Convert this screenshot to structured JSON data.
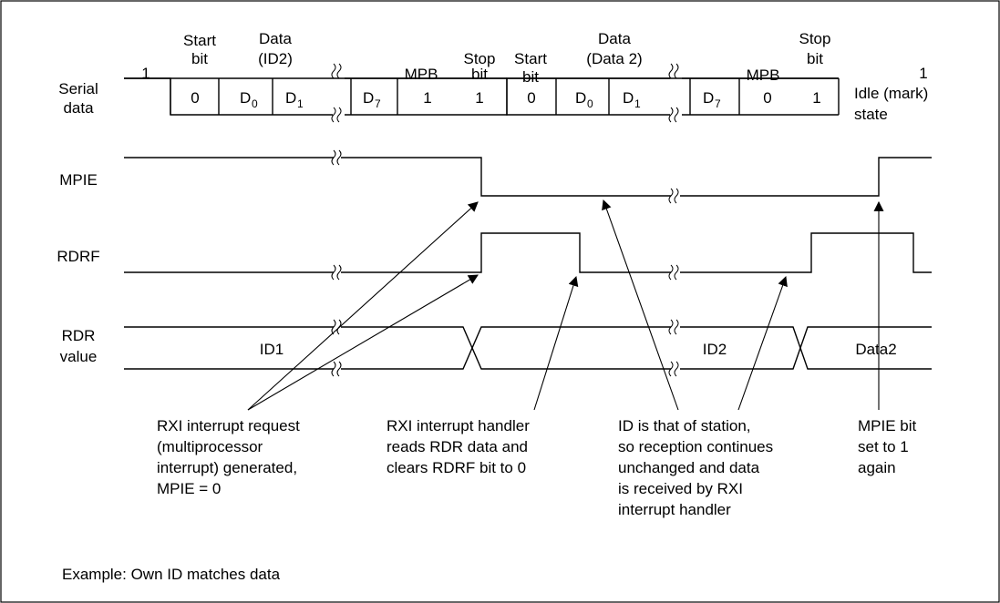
{
  "serial": {
    "label": [
      "Serial",
      "data"
    ],
    "idle_left": "1",
    "frame1": {
      "start": [
        "Start",
        "bit"
      ],
      "data_title": [
        "Data",
        "(ID2)"
      ],
      "mpb": "MPB",
      "stop": [
        "Stop",
        "bit"
      ],
      "bits": {
        "start": "0",
        "d0": "D",
        "d0_sub": "0",
        "d1": "D",
        "d1_sub": "1",
        "d7": "D",
        "d7_sub": "7",
        "mpb": "1",
        "stop": "1"
      }
    },
    "frame2": {
      "start": [
        "Start",
        "bit"
      ],
      "data_title": [
        "Data",
        "(Data 2)"
      ],
      "mpb": "MPB",
      "stop": [
        "Stop",
        "bit"
      ],
      "bits": {
        "start": "0",
        "d0": "D",
        "d0_sub": "0",
        "d1": "D",
        "d1_sub": "1",
        "d7": "D",
        "d7_sub": "7",
        "mpb": "0",
        "stop": "1"
      }
    },
    "idle_right": "1",
    "idle_state": [
      "Idle (mark)",
      "state"
    ]
  },
  "signals": {
    "mpie": "MPIE",
    "rdrf": "RDRF",
    "rdr": [
      "RDR",
      "value"
    ],
    "rdr_values": {
      "first": "ID1",
      "second": "ID2",
      "third": "Data2"
    }
  },
  "annotations": {
    "rxi_request": [
      "RXI interrupt request",
      "(multiprocessor",
      "interrupt) generated,",
      "MPIE = 0"
    ],
    "rxi_handler": [
      "RXI interrupt handler",
      "reads RDR data and",
      "clears RDRF bit to 0"
    ],
    "id_station": [
      "ID is that of station,",
      "so reception continues",
      "unchanged and data",
      "is received by RXI",
      "interrupt handler"
    ],
    "mpie_set": [
      "MPIE bit",
      "set to 1",
      "again"
    ]
  },
  "caption": "Example:  Own ID matches data"
}
